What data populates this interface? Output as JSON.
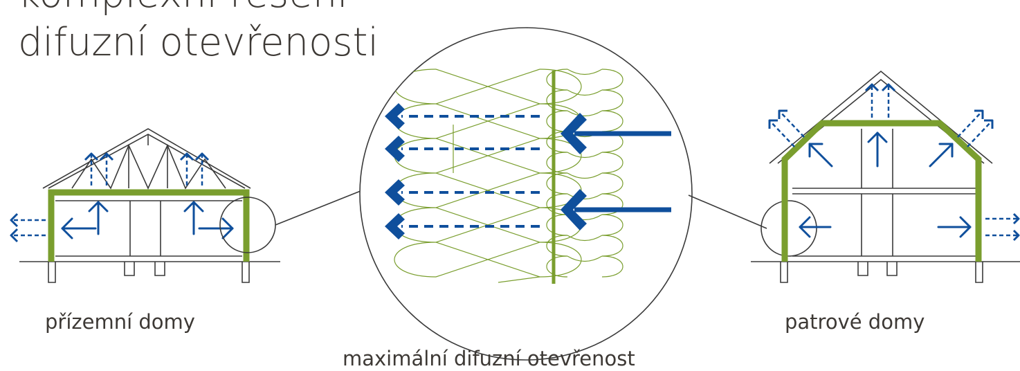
{
  "title": {
    "line1": "komplexní řešení",
    "line2": "difuzní otevřenosti"
  },
  "captions": {
    "left": "přízemní domy",
    "center": "maximální difuzní otevřenost",
    "right": "patrové domy"
  },
  "colors": {
    "text": "#3d3935",
    "green": "#7a9e2e",
    "blue": "#0f4f9c",
    "outline": "#3a3a3a"
  }
}
